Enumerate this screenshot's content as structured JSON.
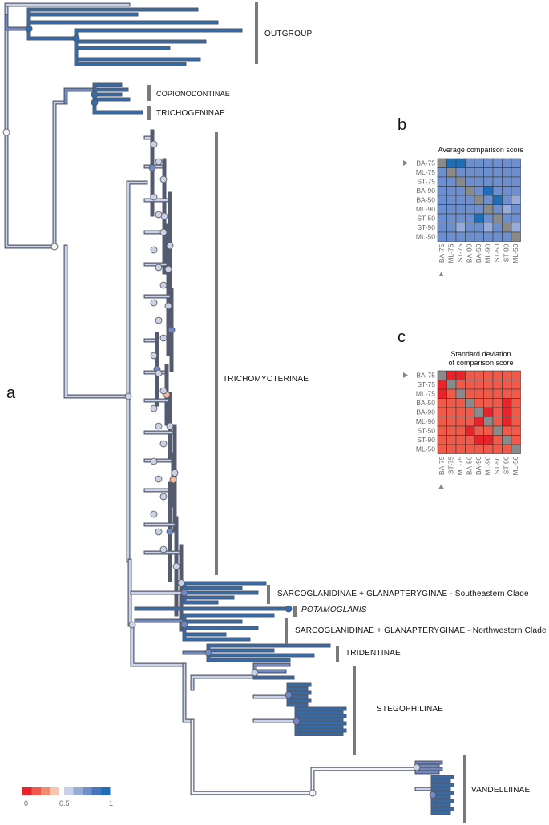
{
  "panels": {
    "a": "a",
    "b": "b",
    "c": "c"
  },
  "clades": [
    {
      "id": "outgroup",
      "label": "OUTGROUP"
    },
    {
      "id": "copionodontinae",
      "label": "COPIONODONTINAE"
    },
    {
      "id": "trichogeninae",
      "label": "TRICHOGENINAE"
    },
    {
      "id": "trichomycterinae",
      "label": "TRICHOMYCTERINAE"
    },
    {
      "id": "sarco-se",
      "label": "SARCOGLANIDINAE + GLANAPTERYGINAE - Southeastern Clade"
    },
    {
      "id": "potamoglanis",
      "label": "POTAMOGLANIS"
    },
    {
      "id": "sarco-nw",
      "label": "SARCOGLANIDINAE + GLANAPTERYGINAE - Northwestern Clade"
    },
    {
      "id": "tridentinae",
      "label": "TRIDENTINAE"
    },
    {
      "id": "stegophilinae",
      "label": "STEGOPHILINAE"
    },
    {
      "id": "vandelliinae",
      "label": "VANDELLIINAE"
    }
  ],
  "matrix_b": {
    "title": "Average comparison score",
    "rows": [
      "BA-75",
      "ML-75",
      "ST-75",
      "BA-90",
      "BA-50",
      "ML-90",
      "ST-50",
      "ST-90",
      "ML-50"
    ],
    "cols": [
      "BA-75",
      "ML-75",
      "ST-75",
      "BA-90",
      "BA-50",
      "ML-90",
      "ST-50",
      "ST-90",
      "ML-50"
    ],
    "values": [
      [
        null,
        5,
        5,
        4,
        4,
        4,
        4,
        4,
        4
      ],
      [
        4,
        null,
        4,
        4,
        4,
        4,
        4,
        4,
        4
      ],
      [
        4,
        4,
        null,
        4,
        4,
        4,
        4,
        4,
        4
      ],
      [
        4,
        4,
        4,
        null,
        4,
        5,
        4,
        4,
        4
      ],
      [
        4,
        4,
        4,
        4,
        null,
        4,
        5,
        4,
        3
      ],
      [
        4,
        4,
        4,
        4,
        4,
        null,
        4,
        3,
        4
      ],
      [
        4,
        4,
        4,
        4,
        5,
        4,
        null,
        4,
        4
      ],
      [
        4,
        4,
        3,
        4,
        4,
        3,
        4,
        null,
        3
      ],
      [
        4,
        4,
        4,
        4,
        4,
        4,
        4,
        4,
        null
      ]
    ]
  },
  "matrix_c": {
    "title": "Standard deviation\nof comparison score",
    "rows": [
      "BA-75",
      "ST-75",
      "ML-75",
      "BA-50",
      "BA-90",
      "ML-90",
      "ST-50",
      "ST-90",
      "ML-50"
    ],
    "cols": [
      "BA-75",
      "ST-75",
      "ML-75",
      "BA-50",
      "BA-90",
      "ML-90",
      "ST-50",
      "ST-90",
      "ML-50"
    ],
    "values": [
      [
        null,
        0,
        0,
        1,
        1,
        1,
        1,
        1,
        1
      ],
      [
        0,
        null,
        1,
        1,
        1,
        1,
        1,
        1,
        1
      ],
      [
        0,
        1,
        null,
        1,
        1,
        1,
        1,
        1,
        1
      ],
      [
        1,
        1,
        1,
        null,
        1,
        1,
        1,
        0,
        1
      ],
      [
        1,
        1,
        1,
        1,
        null,
        0,
        1,
        0,
        1
      ],
      [
        1,
        1,
        1,
        1,
        0,
        null,
        1,
        0,
        1
      ],
      [
        1,
        1,
        1,
        0,
        1,
        1,
        null,
        1,
        1
      ],
      [
        1,
        1,
        1,
        1,
        0,
        0,
        1,
        null,
        1
      ],
      [
        1,
        1,
        1,
        1,
        1,
        1,
        1,
        1,
        null
      ]
    ]
  },
  "legend": {
    "scale": [
      0,
      0.125,
      0.25,
      0.375,
      0.5,
      0.625,
      0.75,
      0.875,
      1
    ],
    "colors": [
      "#e8232a",
      "#ef5a4a",
      "#f58a72",
      "#f9c5b1",
      "#c7d1ea",
      "#98acd9",
      "#6d8fcd",
      "#4477c0",
      "#1f6fb8"
    ],
    "diag_color": "#8a8a8a",
    "ticks": [
      "0",
      "0.5",
      "1"
    ]
  },
  "branch_colors": {
    "dark": "#2f6cb0",
    "mid": "#6f89c5",
    "light": "#c9d2e8",
    "pale": "#f4f5fa",
    "orange": "#e07a55",
    "salmon": "#f2b8a0",
    "outline": "#555b6e"
  }
}
